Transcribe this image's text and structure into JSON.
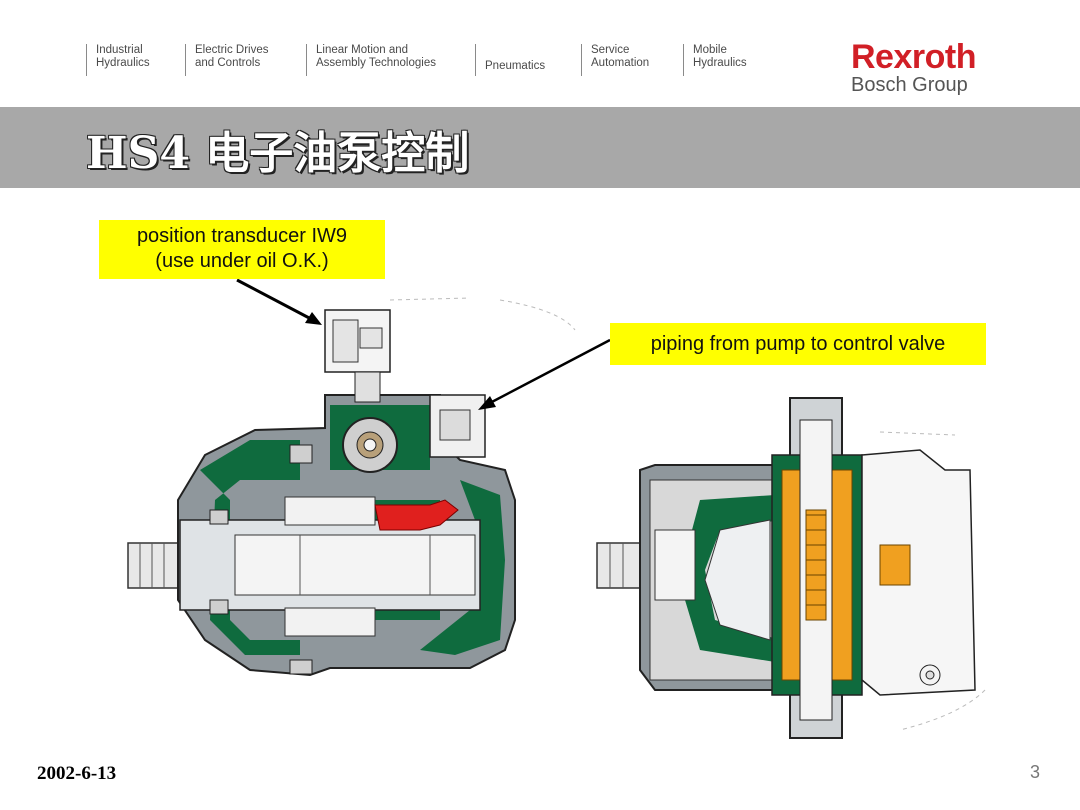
{
  "nav": {
    "items": [
      {
        "lines": [
          "Industrial",
          "Hydraulics"
        ]
      },
      {
        "lines": [
          "Electric Drives",
          "and Controls"
        ]
      },
      {
        "lines": [
          "Linear Motion and",
          "Assembly Technologies"
        ]
      },
      {
        "lines": [
          "Pneumatics"
        ]
      },
      {
        "lines": [
          "Service",
          "Automation"
        ]
      },
      {
        "lines": [
          "Mobile",
          "Hydraulics"
        ]
      }
    ]
  },
  "brand": {
    "name": "Rexroth",
    "sub": "Bosch Group",
    "color": "#d11f26"
  },
  "slide": {
    "title": "HS4 电子油泵控制",
    "date": "2002-6-13",
    "page": "3"
  },
  "callouts": {
    "transducer_line1": "position transducer IW9",
    "transducer_line2": "(use under oil O.K.)",
    "piping": "piping from pump to control valve"
  },
  "colors": {
    "highlight": "#ffff00",
    "title_bar": "#a8a8a8",
    "pump_green": "#0f6b3e",
    "pump_orange": "#f0a020",
    "pump_red": "#e0201e"
  }
}
